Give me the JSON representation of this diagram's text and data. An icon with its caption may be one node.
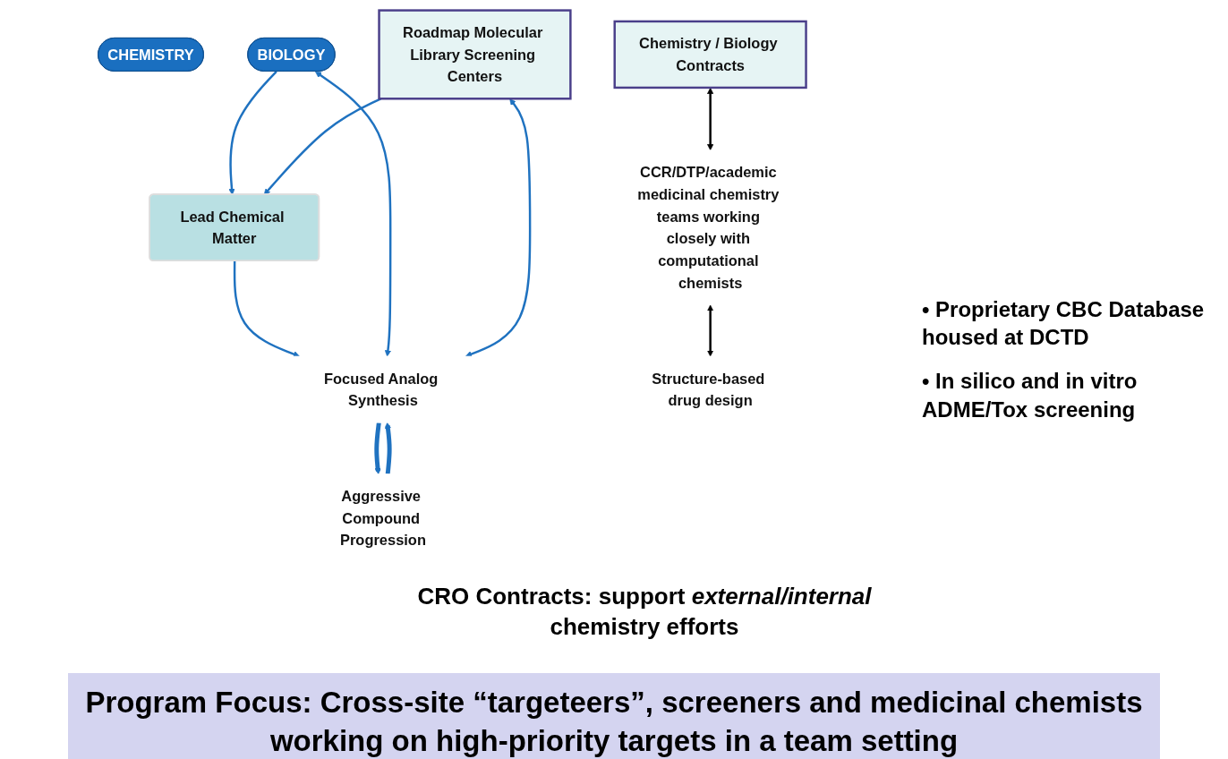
{
  "diagram": {
    "caption": "Program Focus: Cross-site “targeteers”, screeners and medicinal chemists working on high-priority targets in a team setting",
    "nodes": [
      {
        "text": [
          "Lead Chemical Matter"
        ]
      },
      {
        "text": [
          "CHEMISTRY"
        ]
      },
      {
        "text": [
          "BIOLOGY"
        ]
      },
      {
        "text": [
          "Roadmap Molecular Library Screening Centers"
        ]
      },
      {
        "text": [
          "Chemistry / Biology Contracts"
        ]
      },
      {
        "text": [
          "Focused Analog Synthesis"
        ]
      },
      {
        "text": [
          "CCR/DTP/academic medicinal chemistry teams working closely with computational chemists"
        ]
      },
      {
        "text": [
          "Aggressive Compound Progression"
        ]
      },
      {
        "text": [
          "Structure-based drug design"
        ]
      }
    ],
    "edges": [
      {
        "from": 2,
        "to": 0,
        "arrow": "to"
      },
      {
        "from": 3,
        "to": 0,
        "arrow": "to"
      },
      {
        "from": 0,
        "to": 5,
        "arrow": "to"
      },
      {
        "from": 2,
        "to": 5,
        "arrow": "both"
      },
      {
        "from": 3,
        "to": 5,
        "arrow": "both"
      },
      {
        "from": 5,
        "to": 7,
        "arrow": "to",
        "style": "thick"
      },
      {
        "from": 7,
        "to": 5,
        "arrow": "to",
        "style": "thick"
      },
      {
        "from": 4,
        "to": 6,
        "arrow": "both",
        "color": "#000000"
      },
      {
        "from": 6,
        "to": 8,
        "arrow": "both",
        "color": "#000000"
      }
    ],
    "labels": [
      "• Proprietary CBC Database housed at DCTD",
      "• In silico and in vitro ADME/Tox screening",
      "CRO Contracts: support *external/internal* chemistry efforts"
    ]
  }
}
